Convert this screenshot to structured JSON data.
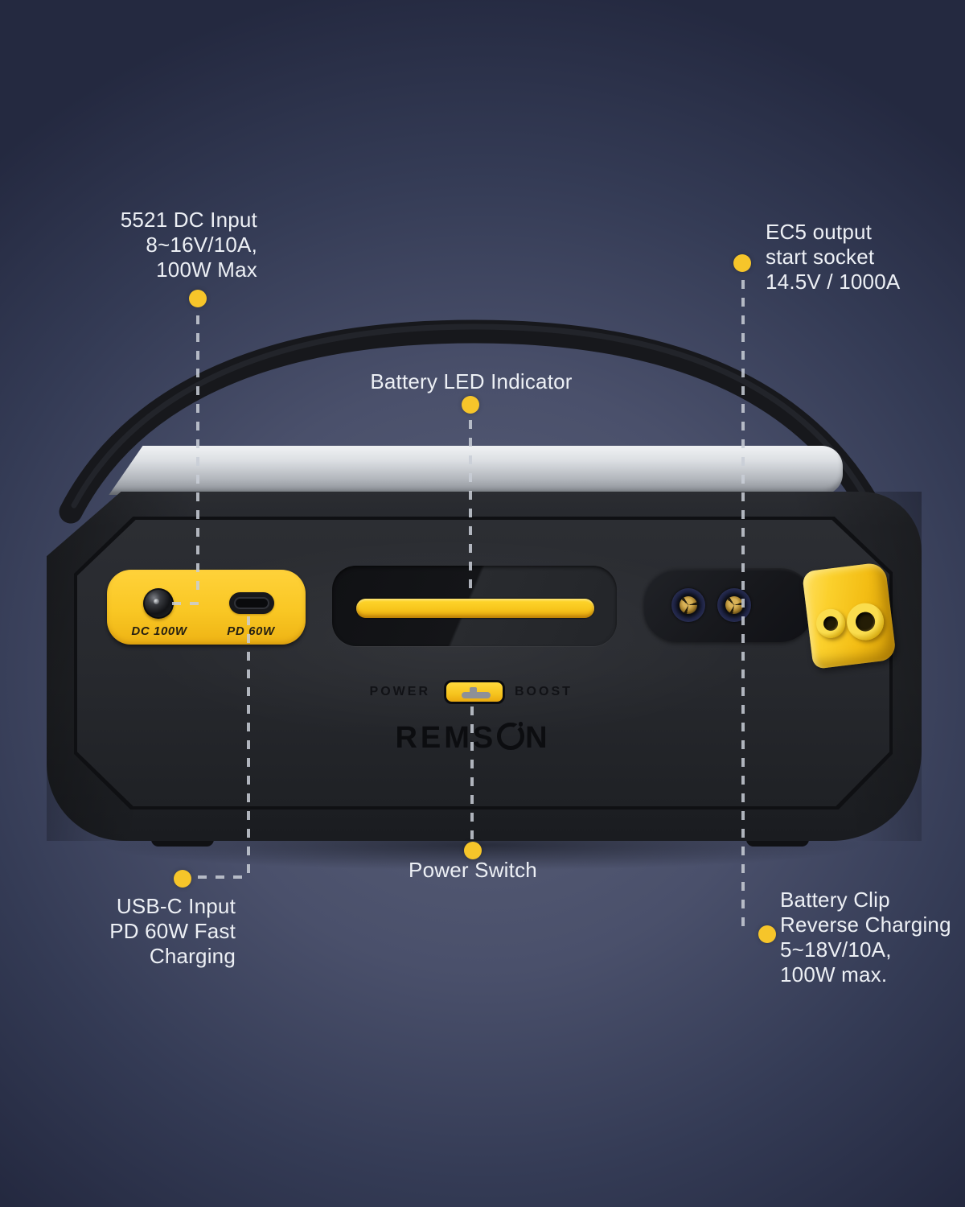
{
  "callouts": {
    "dc_input": {
      "lines": [
        "5521 DC Input",
        "8~16V/10A,",
        "100W Max"
      ]
    },
    "ec5_output": {
      "lines": [
        "EC5 output",
        "start socket",
        "14.5V / 1000A"
      ]
    },
    "battery_led": {
      "label": "Battery LED Indicator"
    },
    "power_switch": {
      "label": "Power Switch"
    },
    "usbc_input": {
      "lines": [
        "USB-C Input",
        "PD 60W Fast",
        "Charging"
      ]
    },
    "battery_clip": {
      "lines": [
        "Battery Clip",
        "Reverse Charging",
        "5~18V/10A,",
        "100W max."
      ]
    }
  },
  "device": {
    "brand": "REMSON",
    "brand_prefix": "REMS",
    "brand_suffix": "N",
    "dc_port_label": "DC 100W",
    "usbc_port_label": "PD 60W",
    "switch_left_label": "POWER",
    "switch_right_label": "BOOST"
  },
  "colors": {
    "accent_yellow": "#f6c52a",
    "background_navy": "#3b415c",
    "body_dark": "#232529",
    "top_band_silver": "#c7cad0",
    "text_white": "#edf0f5"
  }
}
